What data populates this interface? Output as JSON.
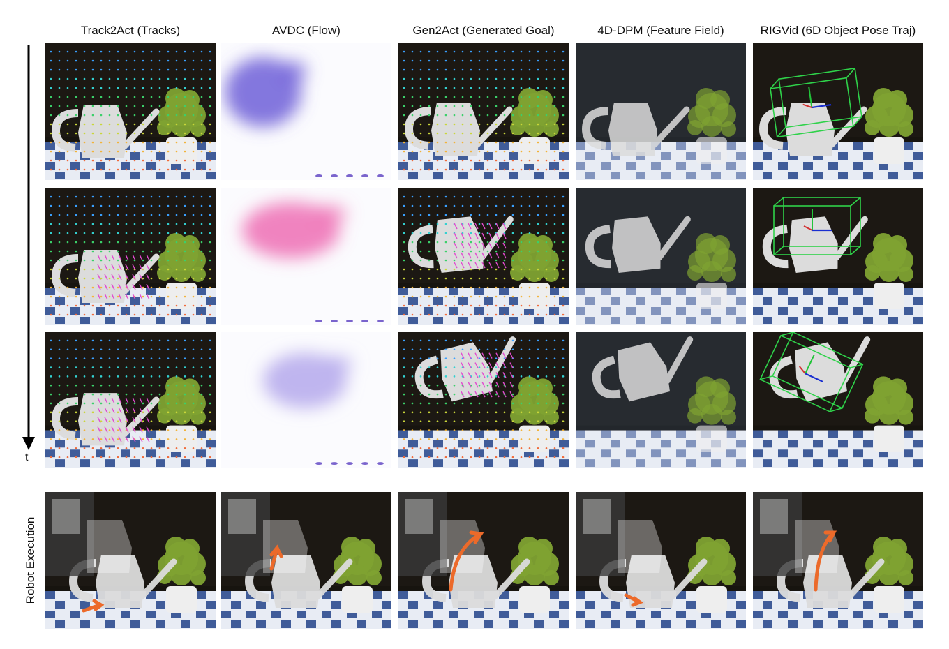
{
  "figure": {
    "columns": [
      {
        "title": "Track2Act (Tracks)",
        "kind": "tracks"
      },
      {
        "title": "AVDC (Flow)",
        "kind": "flow"
      },
      {
        "title": "Gen2Act (Generated Goal)",
        "kind": "goal"
      },
      {
        "title": "4D-DPM (Feature Field)",
        "kind": "feature"
      },
      {
        "title": "RIGVid (6D Object Pose Traj)",
        "kind": "pose"
      }
    ],
    "time_axis_label": "t",
    "bottom_row_label": "Robot Execution",
    "colors": {
      "backdrop": "#17140f",
      "cloth_blue": "#2e4c8f",
      "plant_green": "#7fa232",
      "can_white": "#dcdcdc",
      "pose_box": "#2fd24a",
      "flow_purple": "#6f5fd8",
      "flow_pink": "#ee6fb4",
      "flow_lavender": "#b5a9ec",
      "trajectory_arrow": "#ec6a2a"
    },
    "icons": [
      "down-arrow-icon"
    ]
  }
}
